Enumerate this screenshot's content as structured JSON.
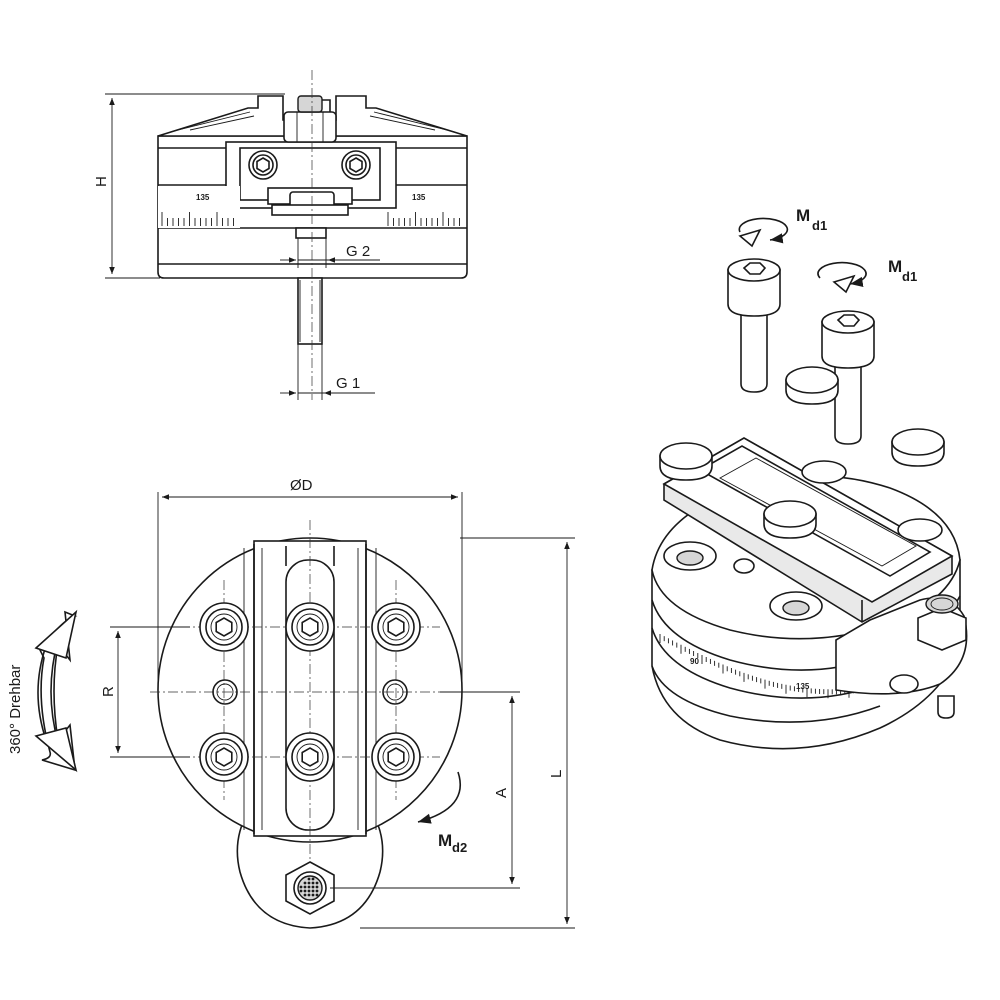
{
  "dimensions": {
    "height": "H",
    "thread_top": "G 2",
    "thread_bottom": "G 1",
    "diameter": "ØD",
    "radius": "R",
    "offset_a": "A",
    "length": "L"
  },
  "scale": {
    "label_left": "135",
    "label_right": "135",
    "iso_label_90": "90",
    "iso_label_135": "135"
  },
  "rotation": {
    "label": "360° Drehbar"
  },
  "torques": {
    "md1_main": "M",
    "md1_sub": "d1",
    "md2_main": "M",
    "md2_sub": "d2"
  }
}
